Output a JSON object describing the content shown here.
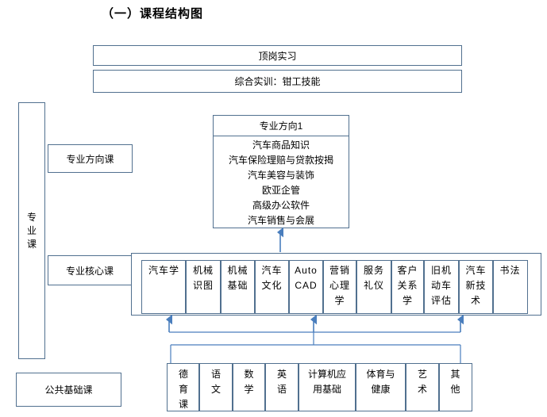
{
  "title": "（一）课程结构图",
  "top_boxes": {
    "internship": "顶岗实习",
    "training": "综合实训：钳工技能"
  },
  "left_column": {
    "major_group": "专业课",
    "direction_label": "专业方向课",
    "core_label": "专业核心课",
    "public_basic_label": "公共基础课"
  },
  "direction": {
    "header": "专业方向1",
    "items": [
      "汽车商品知识",
      "汽车保险理赔与贷款按揭",
      "汽车美容与装饰",
      "欧亚企管",
      "高级办公软件",
      "汽车销售与会展"
    ]
  },
  "core_courses": [
    "汽车学",
    "机械识图",
    "机械基础",
    "汽车文化",
    "Auto CAD",
    "营销心理学",
    "服务礼仪",
    "客户关系学",
    "旧机动车评估",
    "汽车新技术",
    "书法"
  ],
  "basic_courses": [
    "德育课",
    "语文",
    "数学",
    "英语",
    "计算机应用基础",
    "体育与健康",
    "艺术",
    "其他"
  ],
  "colors": {
    "box_border": "#51708f",
    "connector": "#4a7ebd",
    "text": "#000000"
  }
}
